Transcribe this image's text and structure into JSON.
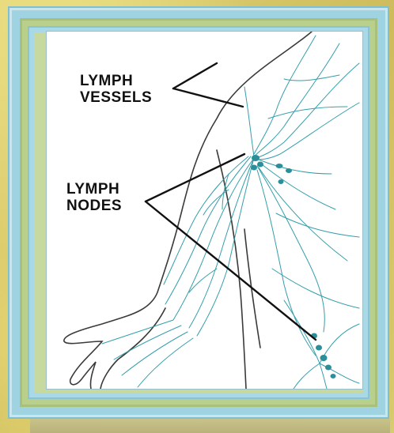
{
  "labels": {
    "vessels_line1": "LYMPH",
    "vessels_line2": "VESSELS",
    "nodes_line1": "LYMPH",
    "nodes_line2": "NODES"
  },
  "colors": {
    "frame_blue": "#9fd3e2",
    "mat_green": "#c7d99e",
    "vessel": "#2a9aa6",
    "outline": "#3a3a3a",
    "pointer": "#111111"
  }
}
